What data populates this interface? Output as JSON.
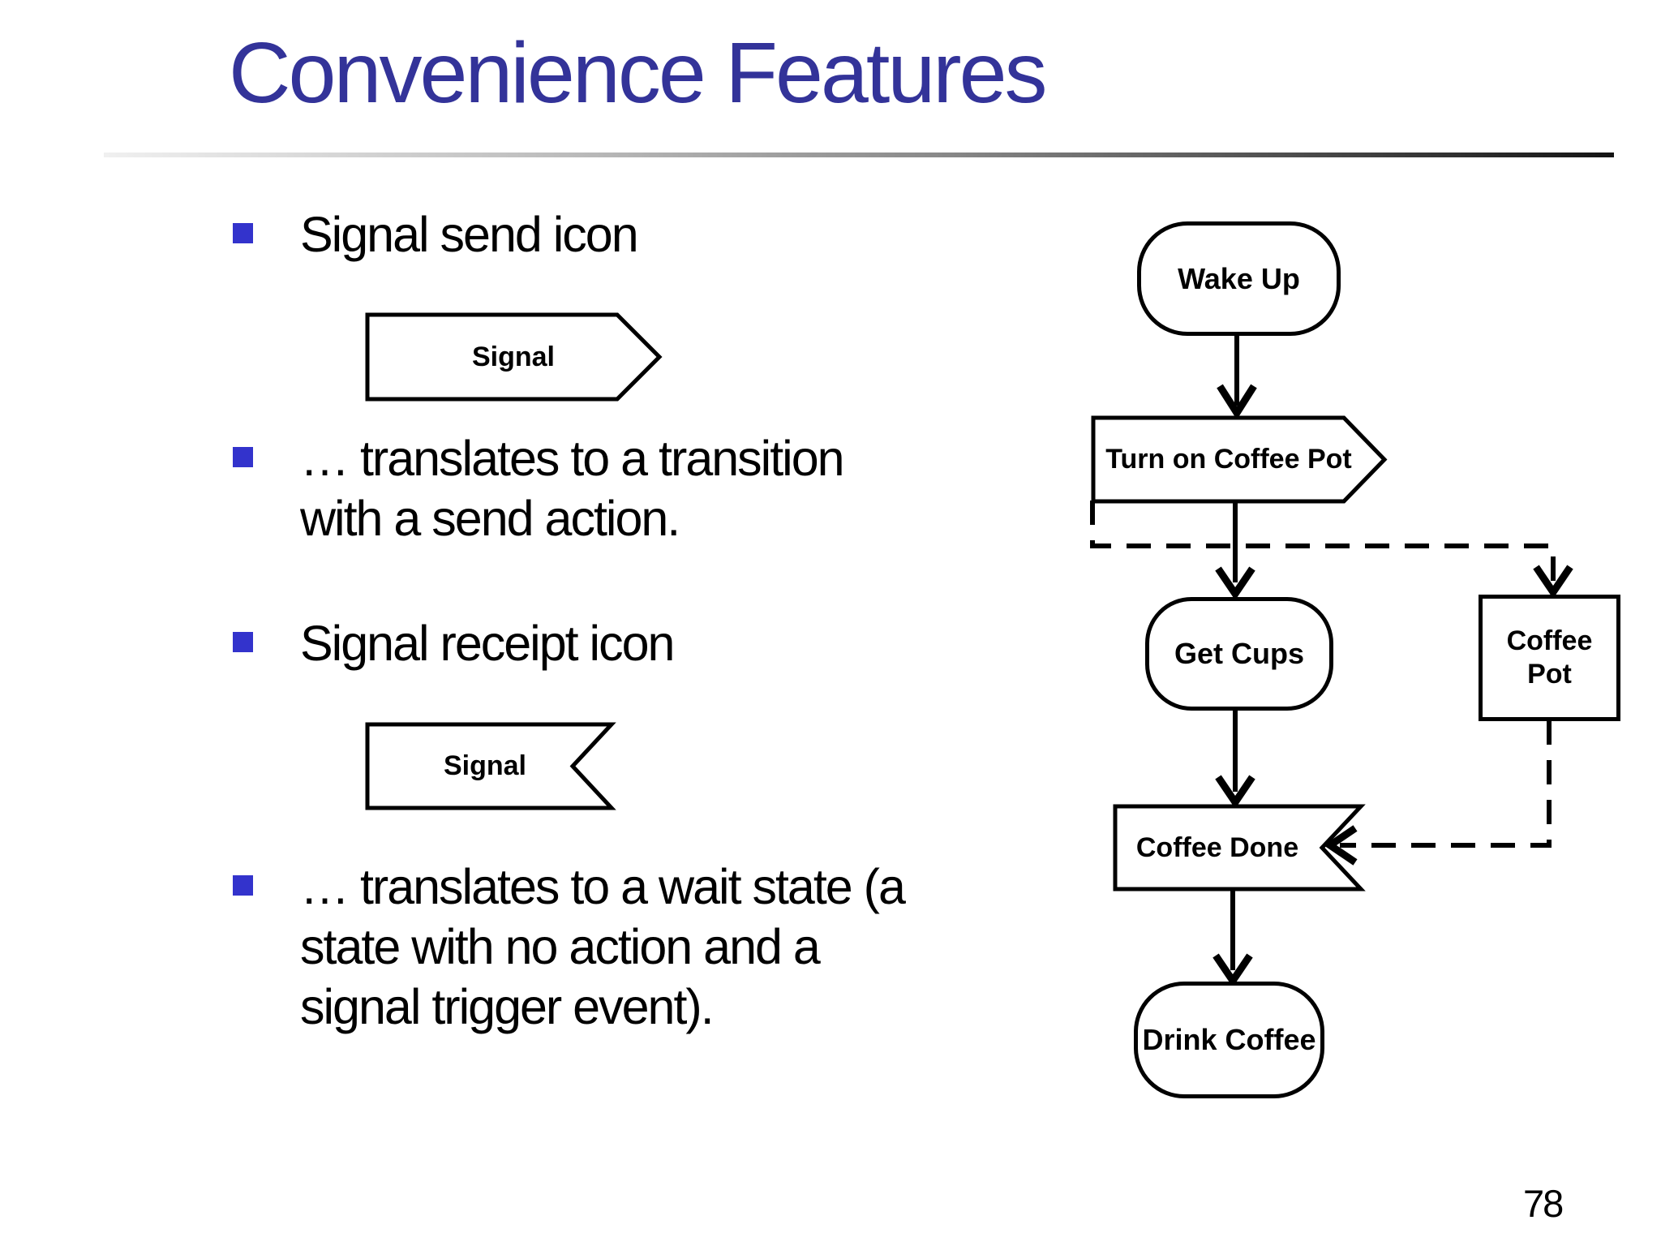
{
  "slide": {
    "title": "Convenience Features",
    "page_number": "78"
  },
  "bullets": [
    {
      "lines": [
        "Signal send icon"
      ]
    },
    {
      "lines": [
        "… translates to a transition",
        "with a send action."
      ]
    },
    {
      "lines": [
        "Signal receipt icon"
      ]
    },
    {
      "lines": [
        "… translates to a wait state (a",
        "state with no action and a",
        "signal trigger event)."
      ]
    }
  ],
  "icons": {
    "send_signal_label": "Signal",
    "receipt_signal_label": "Signal"
  },
  "flowchart": {
    "nodes": {
      "wake_up": "Wake Up",
      "turn_on_coffee_pot": "Turn on Coffee Pot",
      "get_cups": "Get Cups",
      "coffee_pot": "Coffee Pot",
      "coffee_done": "Coffee Done",
      "drink_coffee": "Drink Coffee"
    }
  },
  "colors": {
    "title": "#333399",
    "bullet_marker": "#3333cc",
    "diagram_stroke": "#000000"
  }
}
